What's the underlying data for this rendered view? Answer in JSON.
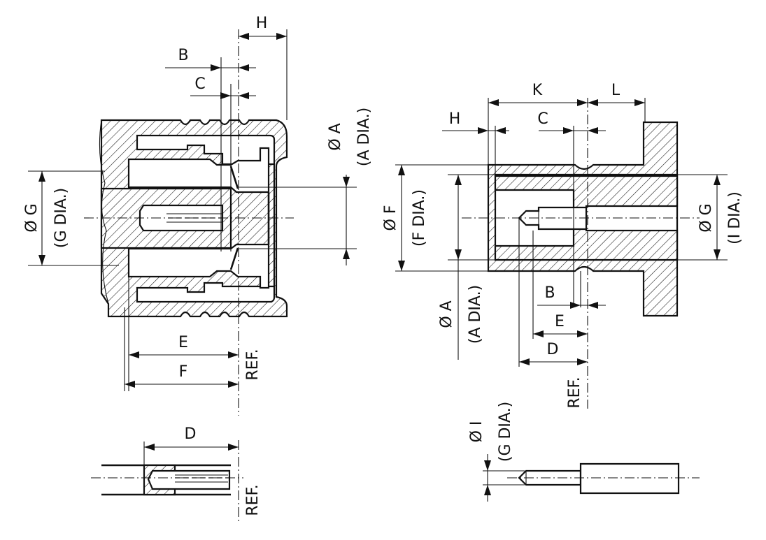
{
  "labels": {
    "left": {
      "H": "H",
      "B": "B",
      "C": "C",
      "A_sym": "Ø A",
      "A_dia": "(A DIA.)",
      "G_sym": "Ø G",
      "G_dia": "(G DIA.)",
      "E": "E",
      "F": "F",
      "REF": "REF."
    },
    "bottom_left": {
      "D": "D",
      "REF": "REF."
    },
    "right": {
      "K": "K",
      "L": "L",
      "H": "H",
      "C": "C",
      "F_sym": "Ø F",
      "F_dia": "(F DIA.)",
      "G_sym": "Ø G",
      "I_dia": "(I DIA.)",
      "A_sym": "Ø A",
      "A_dia": "(A DIA.)",
      "B": "B",
      "E": "E",
      "D": "D",
      "REF": "REF."
    },
    "bottom_right": {
      "I_sym": "Ø I",
      "G_dia": "(G DIA.)"
    }
  },
  "colors": {
    "ink": "#111111",
    "paper": "#ffffff"
  }
}
